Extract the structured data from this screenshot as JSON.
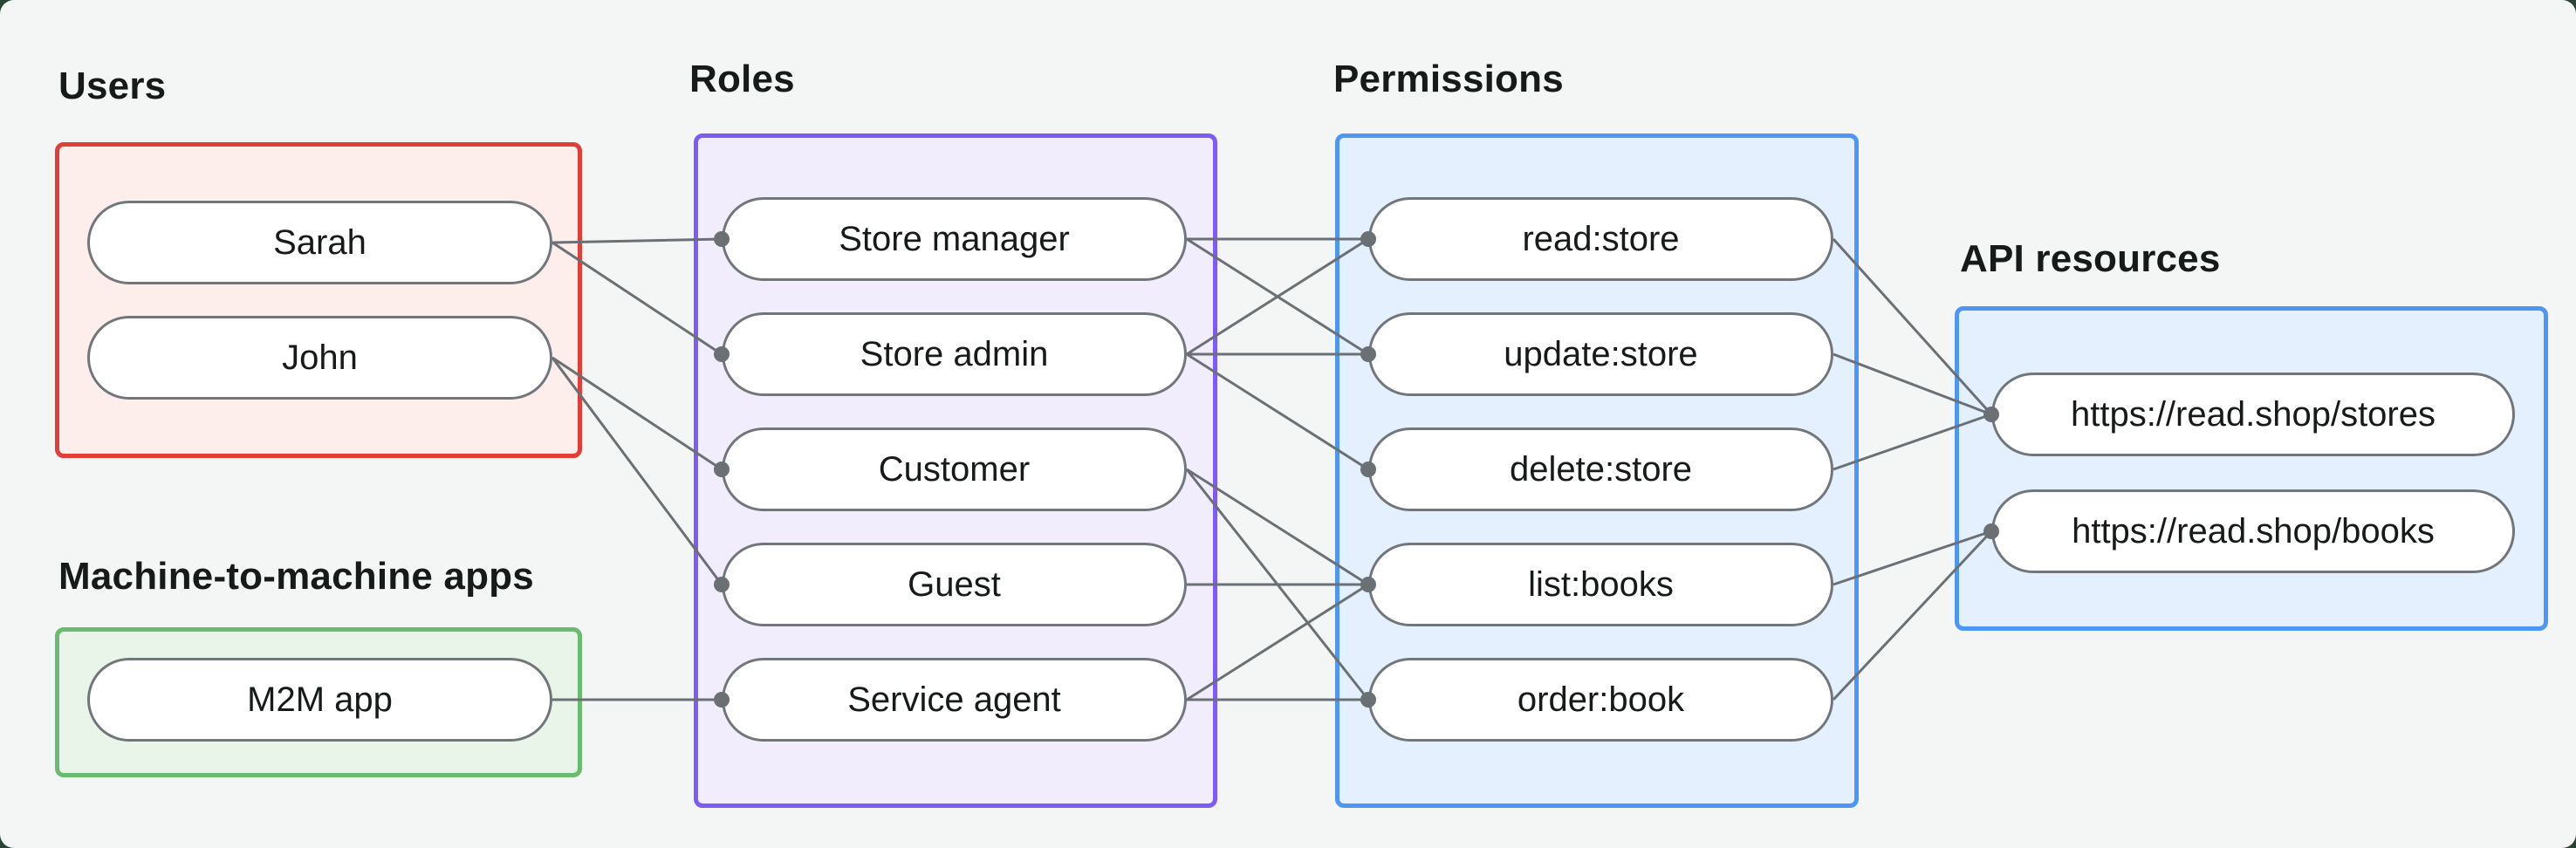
{
  "colors": {
    "outer_bg": "#274434",
    "canvas_bg": "#f4f6f5",
    "text": "#161a19",
    "pill_bg": "#ffffff",
    "pill_border": "#71767a",
    "line": "#6b7075",
    "dot": "#6b7075",
    "users_border": "#e03e36",
    "users_bg": "#fdeeec",
    "m2m_border": "#69bb70",
    "m2m_bg": "#eaf5ea",
    "roles_border": "#7c5cf2",
    "roles_bg": "#f2edfc",
    "permissions_border": "#4e96f6",
    "permissions_bg": "#e4f0fd",
    "api_border": "#4e96f6",
    "api_bg": "#e4f0fd"
  },
  "groups": {
    "users": {
      "title": "Users",
      "items": [
        {
          "id": "sarah",
          "label": "Sarah"
        },
        {
          "id": "john",
          "label": "John"
        }
      ]
    },
    "m2m": {
      "title": "Machine-to-machine apps",
      "items": [
        {
          "id": "m2m-app",
          "label": "M2M app"
        }
      ]
    },
    "roles": {
      "title": "Roles",
      "items": [
        {
          "id": "store-manager",
          "label": "Store manager"
        },
        {
          "id": "store-admin",
          "label": "Store admin"
        },
        {
          "id": "customer",
          "label": "Customer"
        },
        {
          "id": "guest",
          "label": "Guest"
        },
        {
          "id": "service-agent",
          "label": "Service agent"
        }
      ]
    },
    "permissions": {
      "title": "Permissions",
      "items": [
        {
          "id": "read-store",
          "label": "read:store"
        },
        {
          "id": "update-store",
          "label": "update:store"
        },
        {
          "id": "delete-store",
          "label": "delete:store"
        },
        {
          "id": "list-books",
          "label": "list:books"
        },
        {
          "id": "order-book",
          "label": "order:book"
        }
      ]
    },
    "api_resources": {
      "title": "API resources",
      "items": [
        {
          "id": "api-stores",
          "label": "https://read.shop/stores"
        },
        {
          "id": "api-books",
          "label": "https://read.shop/books"
        }
      ]
    }
  },
  "edges": [
    {
      "from": "sarah",
      "to": "store-manager"
    },
    {
      "from": "sarah",
      "to": "store-admin"
    },
    {
      "from": "john",
      "to": "customer"
    },
    {
      "from": "john",
      "to": "guest"
    },
    {
      "from": "m2m-app",
      "to": "service-agent"
    },
    {
      "from": "store-manager",
      "to": "read-store"
    },
    {
      "from": "store-manager",
      "to": "update-store"
    },
    {
      "from": "store-admin",
      "to": "read-store"
    },
    {
      "from": "store-admin",
      "to": "update-store"
    },
    {
      "from": "store-admin",
      "to": "delete-store"
    },
    {
      "from": "customer",
      "to": "list-books"
    },
    {
      "from": "customer",
      "to": "order-book"
    },
    {
      "from": "guest",
      "to": "list-books"
    },
    {
      "from": "service-agent",
      "to": "list-books"
    },
    {
      "from": "service-agent",
      "to": "order-book"
    },
    {
      "from": "read-store",
      "to": "api-stores"
    },
    {
      "from": "update-store",
      "to": "api-stores"
    },
    {
      "from": "delete-store",
      "to": "api-stores"
    },
    {
      "from": "list-books",
      "to": "api-books"
    },
    {
      "from": "order-book",
      "to": "api-books"
    }
  ]
}
